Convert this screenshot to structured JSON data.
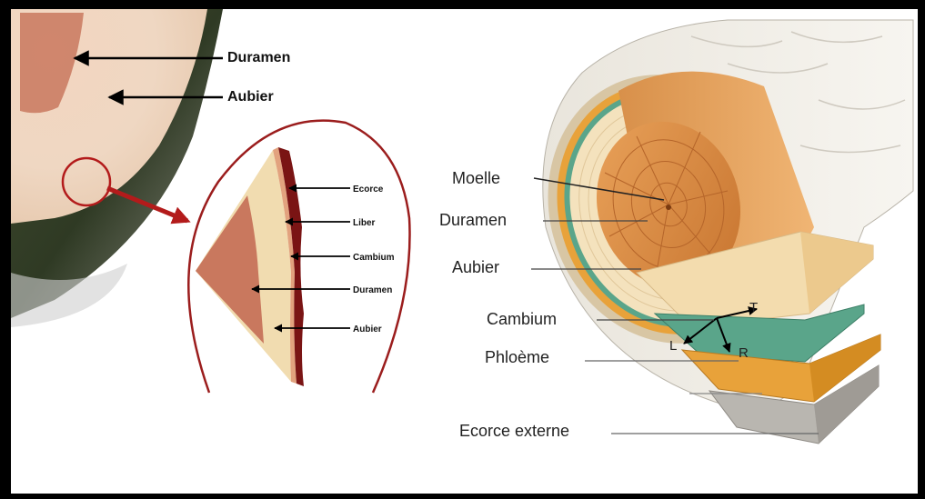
{
  "left_photo": {
    "labels": [
      "Duramen",
      "Aubier"
    ]
  },
  "zoom_detail": {
    "labels": [
      "Ecorce",
      "Liber",
      "Cambium",
      "Duramen",
      "Aubier"
    ]
  },
  "trunk_diagram": {
    "labels": [
      "Moelle",
      "Duramen",
      "Aubier",
      "Cambium",
      "Phloème",
      "Ecorce externe"
    ],
    "axes": [
      "T",
      "L",
      "R"
    ]
  },
  "colors": {
    "frame": "#000000",
    "heartwood": "#c9785e",
    "sapwood": "#f1dcb0",
    "bark_dark": "#7a1414",
    "cambium_green": "#5aa58a",
    "phloem_orange": "#e8a23a",
    "callout_red": "#b31b1b"
  }
}
